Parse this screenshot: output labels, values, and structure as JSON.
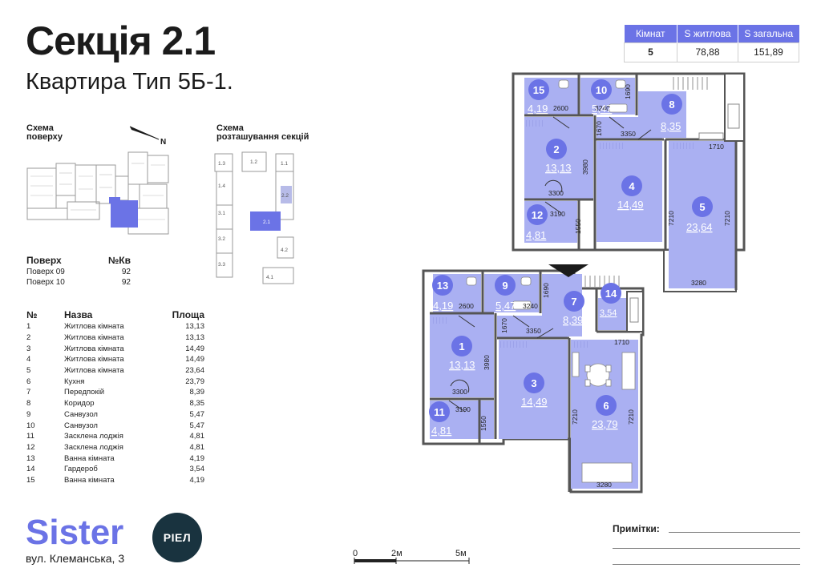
{
  "header": {
    "title": "Секція 2.1",
    "subtitle": "Квартира Тип 5Б-1."
  },
  "summary": {
    "headers": [
      "Кімнат",
      "S житлова",
      "S загальна"
    ],
    "values": [
      "5",
      "78,88",
      "151,89"
    ]
  },
  "floor_scheme": {
    "label_line1": "Схема",
    "label_line2": "поверху",
    "north": "N"
  },
  "section_scheme": {
    "label_line1": "Схема",
    "label_line2": "розташування секцій",
    "sections": [
      "1.3",
      "1.2",
      "1.1",
      "1.4",
      "2.2",
      "3.1",
      "2.1",
      "3.2",
      "4.2",
      "3.3",
      "4.1"
    ]
  },
  "floors": {
    "headers": [
      "Поверх",
      "№Кв"
    ],
    "rows": [
      {
        "floor": "Поверх 09",
        "apt": "92"
      },
      {
        "floor": "Поверх 10",
        "apt": "92"
      }
    ]
  },
  "rooms": {
    "headers": [
      "№",
      "Назва",
      "Площа"
    ],
    "rows": [
      {
        "n": "1",
        "name": "Житлова кімната",
        "area": "13,13"
      },
      {
        "n": "2",
        "name": "Житлова кімната",
        "area": "13,13"
      },
      {
        "n": "3",
        "name": "Житлова кімната",
        "area": "14,49"
      },
      {
        "n": "4",
        "name": "Житлова кімната",
        "area": "14,49"
      },
      {
        "n": "5",
        "name": "Житлова кімната",
        "area": "23,64"
      },
      {
        "n": "6",
        "name": "Кухня",
        "area": "23,79"
      },
      {
        "n": "7",
        "name": "Передпокій",
        "area": "8,39"
      },
      {
        "n": "8",
        "name": "Коридор",
        "area": "8,35"
      },
      {
        "n": "9",
        "name": "Санвузол",
        "area": "5,47"
      },
      {
        "n": "10",
        "name": "Санвузол",
        "area": "5,47"
      },
      {
        "n": "11",
        "name": "Засклена лоджія",
        "area": "4,81"
      },
      {
        "n": "12",
        "name": "Засклена лоджія",
        "area": "4,81"
      },
      {
        "n": "13",
        "name": "Ванна кімната",
        "area": "4,19"
      },
      {
        "n": "14",
        "name": "Гардероб",
        "area": "3,54"
      },
      {
        "n": "15",
        "name": "Ванна кімната",
        "area": "4,19"
      }
    ]
  },
  "plan": {
    "dims": {
      "d2600": "2600",
      "d3240": "3240",
      "d1690": "1690",
      "d3350": "3350",
      "d1670": "1670",
      "d1710": "1710",
      "d3980": "3980",
      "d3300": "3300",
      "d3190": "3190",
      "d1550": "1550",
      "d7210": "7210",
      "d3280": "3280"
    },
    "upper_areas": {
      "r15": "4,19",
      "r10": "5,47",
      "r8": "8,35",
      "r2": "13,13",
      "r4": "14,49",
      "r12": "4,81",
      "r5": "23,64"
    },
    "lower_areas": {
      "r13": "4,19",
      "r9": "5,47",
      "r7": "8,39",
      "r14": "3,54",
      "r1": "13,13",
      "r3": "14,49",
      "r11": "4,81",
      "r6": "23,79"
    },
    "upper_labels": {
      "r15": "15",
      "r10": "10",
      "r8": "8",
      "r2": "2",
      "r4": "4",
      "r12": "12",
      "r5": "5"
    },
    "lower_labels": {
      "r13": "13",
      "r9": "9",
      "r7": "7",
      "r14": "14",
      "r1": "1",
      "r3": "3",
      "r11": "11",
      "r6": "6"
    }
  },
  "brand": {
    "name": "Sister",
    "partner": "РІЕЛ",
    "address": "вул. Клеманська, 3"
  },
  "scale": {
    "labels": [
      "0",
      "2м",
      "5м"
    ]
  },
  "notes": {
    "label": "Примітки:"
  },
  "colors": {
    "accent": "#6b73e6",
    "room_fill": "#aab0f2",
    "dark": "#19333f"
  }
}
